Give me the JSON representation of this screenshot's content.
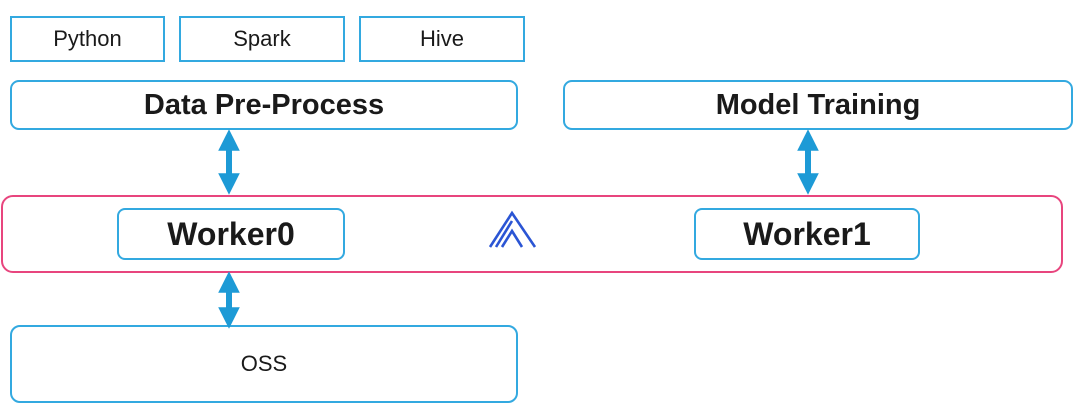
{
  "tools": [
    "Python",
    "Spark",
    "Hive"
  ],
  "stages": {
    "preprocess": "Data Pre-Process",
    "training": "Model Training"
  },
  "workers": [
    "Worker0",
    "Worker1"
  ],
  "storage": "OSS",
  "icons": {
    "cluster_logo": "a-logo-icon"
  },
  "colors": {
    "box_border": "#33a9e0",
    "cluster_border": "#e8457e",
    "arrow": "#1d9ad6"
  }
}
